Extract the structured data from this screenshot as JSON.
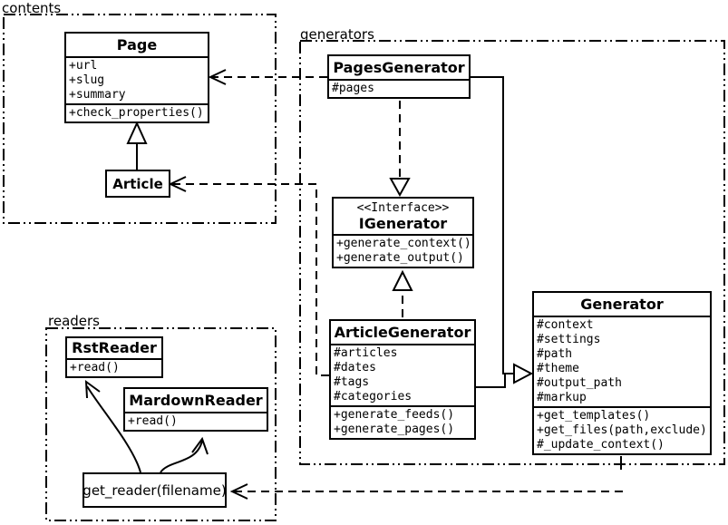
{
  "diagram": {
    "packages": {
      "contents": {
        "label": "contents"
      },
      "generators": {
        "label": "generators"
      },
      "readers": {
        "label": "readers"
      }
    },
    "classes": {
      "page": {
        "title": "Page",
        "attrs": [
          "+url",
          "+slug",
          "+summary"
        ],
        "methods": [
          "+check_properties()"
        ]
      },
      "article": {
        "title": "Article"
      },
      "pages_generator": {
        "title": "PagesGenerator",
        "attrs": [
          "#pages"
        ]
      },
      "igenerator": {
        "stereotype": "<<Interface>>",
        "title": "IGenerator",
        "methods": [
          "+generate_context()",
          "+generate_output()"
        ]
      },
      "article_generator": {
        "title": "ArticleGenerator",
        "attrs": [
          "#articles",
          "#dates",
          "#tags",
          "#categories"
        ],
        "methods": [
          "+generate_feeds()",
          "+generate_pages()"
        ]
      },
      "generator": {
        "title": "Generator",
        "attrs": [
          "#context",
          "#settings",
          "#path",
          "#theme",
          "#output_path",
          "#markup"
        ],
        "methods": [
          "+get_templates()",
          "+get_files(path,exclude)",
          "#_update_context()"
        ]
      },
      "rst_reader": {
        "title": "RstReader",
        "methods": [
          "+read()"
        ]
      },
      "markdown_reader": {
        "title": "MardownReader",
        "methods": [
          "+read()"
        ]
      },
      "get_reader": {
        "title": "get_reader(filename)"
      }
    },
    "colors": {
      "line": "#000000",
      "background": "#ffffff"
    }
  }
}
